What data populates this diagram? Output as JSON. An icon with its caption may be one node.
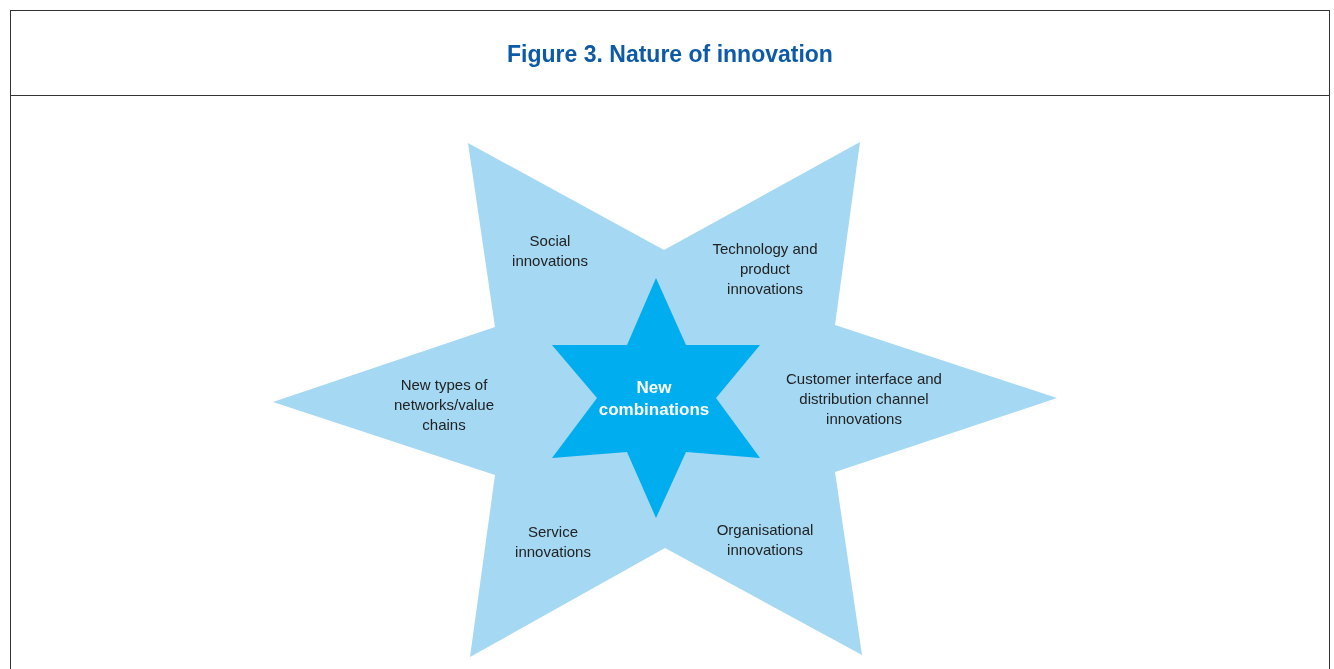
{
  "diagram": {
    "title": "Figure 3. Nature of innovation",
    "nodes": [
      {
        "text": [
          "Social innovations",
          "Technology and product innovations",
          "New types of networks/value chains",
          "Customer interface and distribution channel innovations",
          "Service innovations",
          "Organisational innovations"
        ]
      },
      {
        "text": [
          "New combinations"
        ],
        "in": 0
      }
    ],
    "edges": []
  }
}
